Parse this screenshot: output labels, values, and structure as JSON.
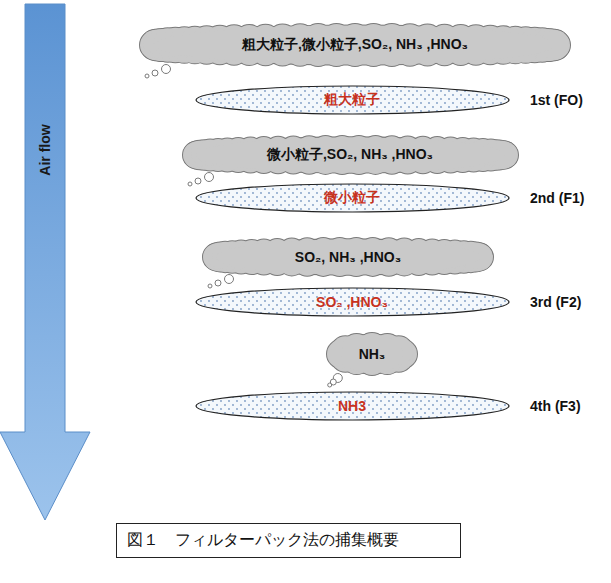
{
  "diagram": {
    "caption": "図１　フィルターパック法の捕集概要",
    "nodes": [
      {
        "text": [
          "粗大粒子,微小粒子,SO₂, NH₃ ,HNO₃"
        ]
      },
      {
        "text": [
          "粗大粒子"
        ]
      },
      {
        "text": [
          "微小粒子,SO₂, NH₃ ,HNO₃"
        ]
      },
      {
        "text": [
          "微小粒子"
        ]
      },
      {
        "text": [
          "SO₂, NH₃ ,HNO₃"
        ]
      },
      {
        "text": [
          "SO₂ ,HNO₃"
        ]
      },
      {
        "text": [
          "NH₃"
        ]
      },
      {
        "text": [
          "NH3"
        ]
      }
    ],
    "labels": [
      "Air flow",
      "1st (FO)",
      "2nd (F1)",
      "3rd (F2)",
      "4th (F3)"
    ]
  }
}
